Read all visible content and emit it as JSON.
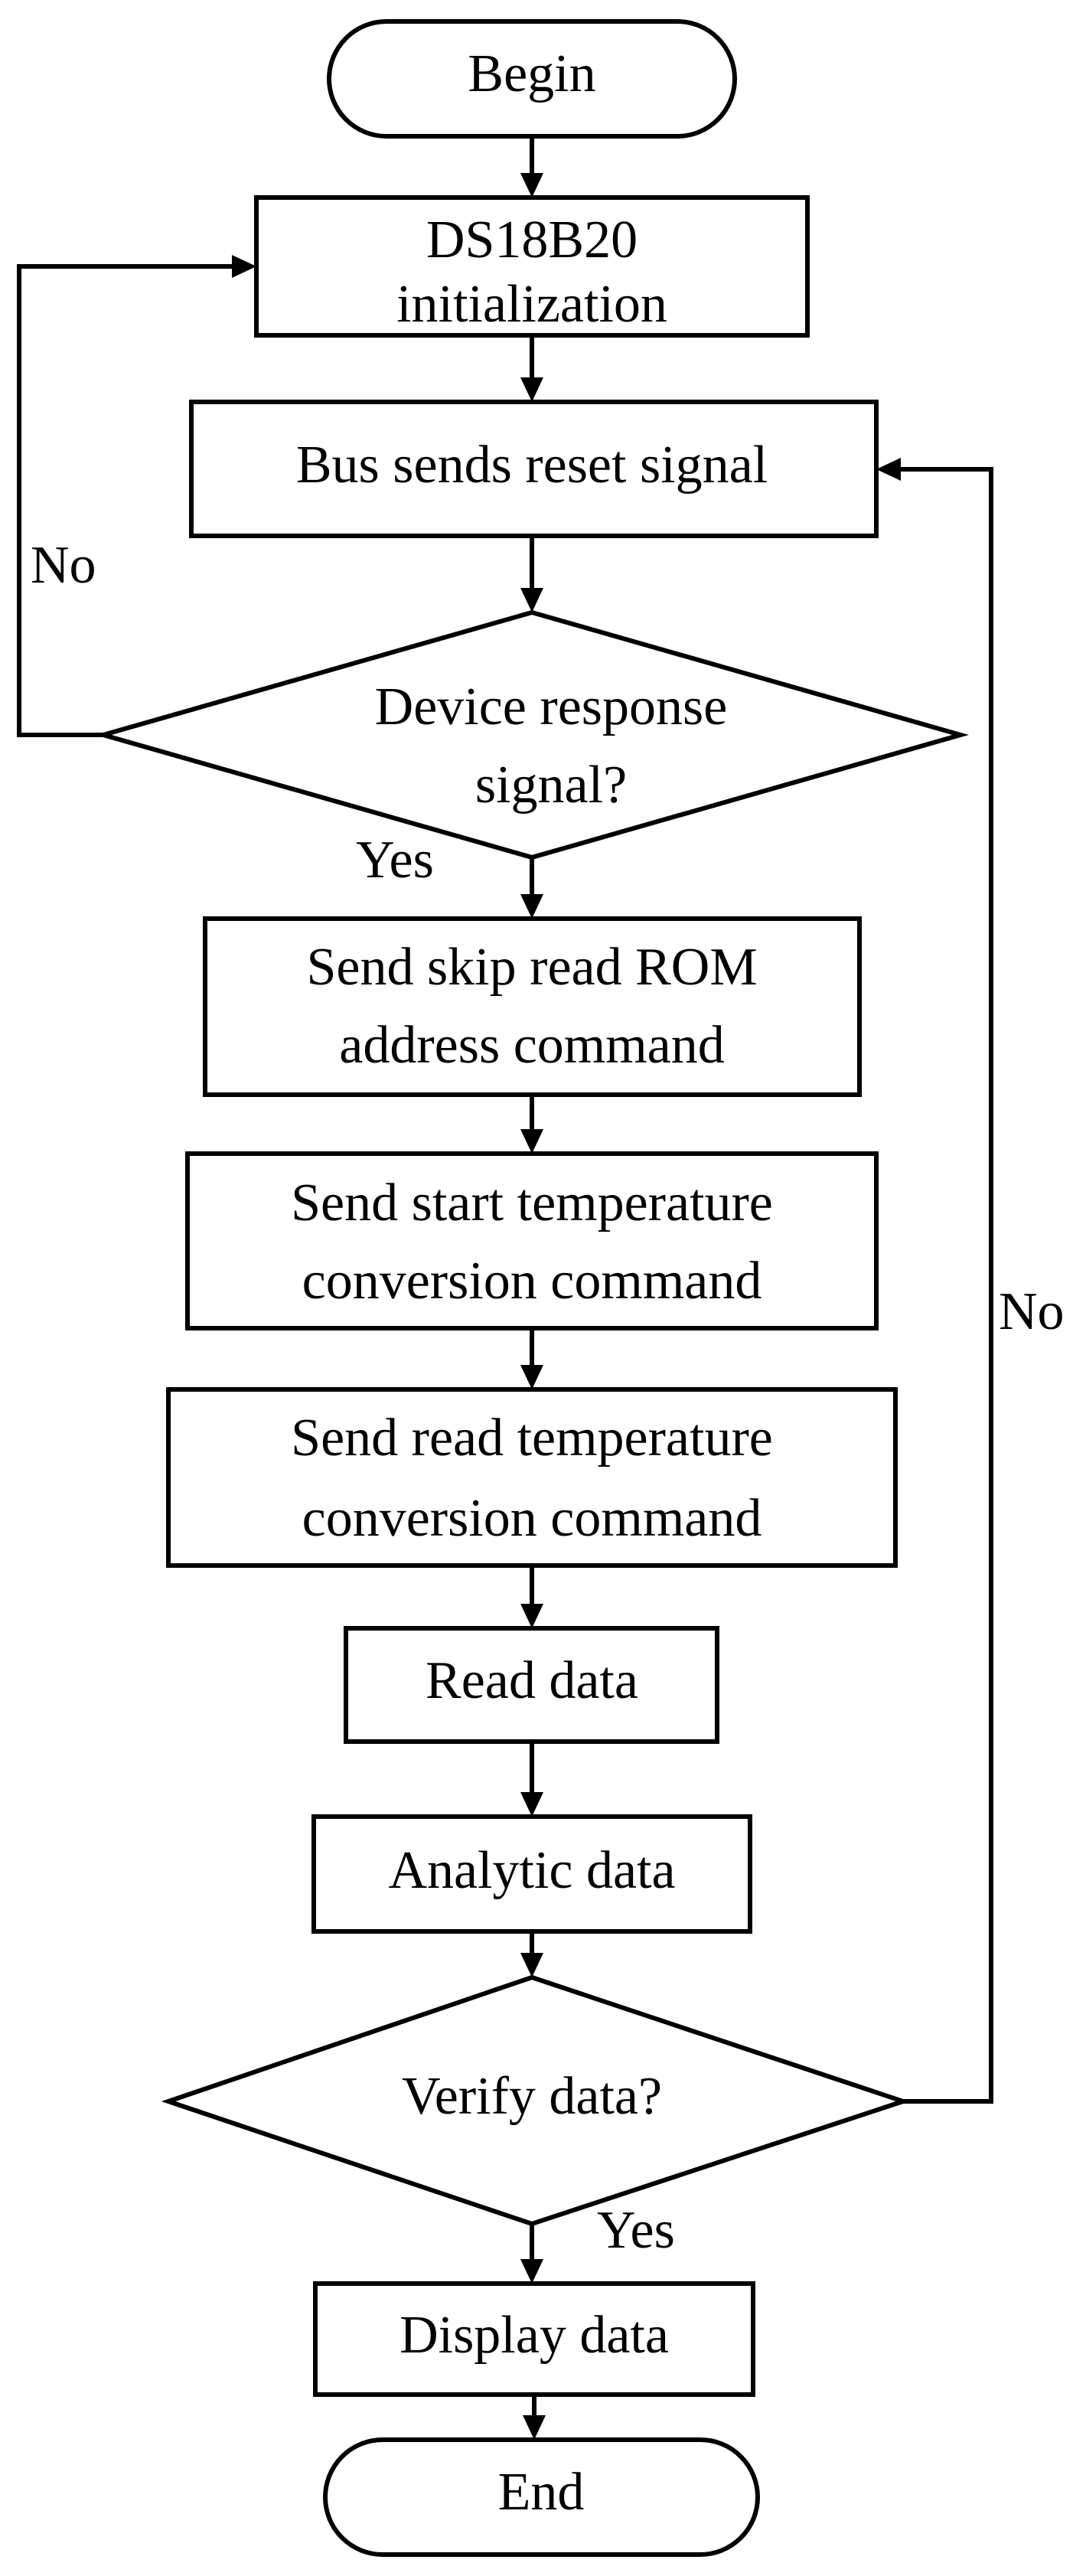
{
  "nodes": {
    "begin": "Begin",
    "init_line1": "DS18B20",
    "init_line2": "initialization",
    "reset": "Bus sends reset signal",
    "response_line1": "Device response",
    "response_line2": "signal?",
    "skip_rom_line1": "Send skip read ROM",
    "skip_rom_line2": "address command",
    "start_conv_line1": "Send start temperature",
    "start_conv_line2": "conversion command",
    "read_conv_line1": "Send read temperature",
    "read_conv_line2": "conversion command",
    "read_data": "Read data",
    "analytic": "Analytic data",
    "verify": "Verify data?",
    "display": "Display data",
    "end": "End"
  },
  "edges": {
    "response_no": "No",
    "response_yes": "Yes",
    "verify_no": "No",
    "verify_yes": "Yes"
  }
}
